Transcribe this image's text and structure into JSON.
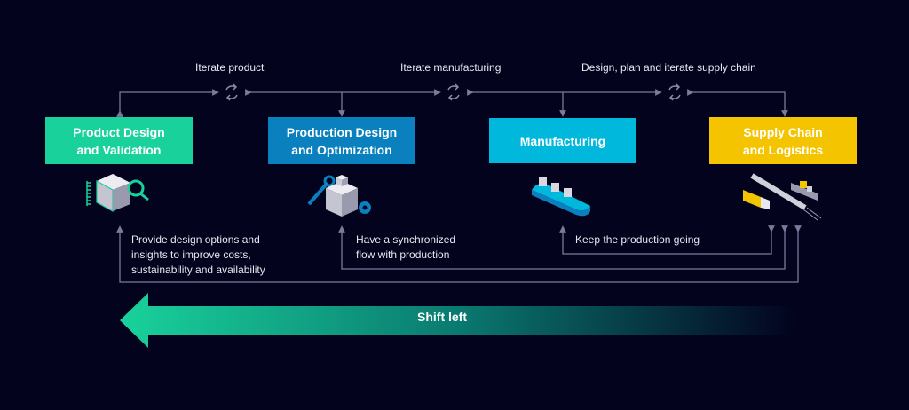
{
  "iterations": [
    {
      "label": "Iterate product"
    },
    {
      "label": "Iterate manufacturing"
    },
    {
      "label": "Design, plan and iterate supply chain"
    }
  ],
  "stages": [
    {
      "title_line1": "Product Design",
      "title_line2": "and Validation",
      "color": "#19d29b",
      "icon": "cube-magnifier-icon"
    },
    {
      "title_line1": "Production Design",
      "title_line2": "and Optimization",
      "color": "#0a80bf",
      "icon": "wrench-cube-gear-icon"
    },
    {
      "title_line1": "Manufacturing",
      "title_line2": "",
      "color": "#00b8dc",
      "icon": "conveyor-belt-icon"
    },
    {
      "title_line1": "Supply Chain",
      "title_line2": "and Logistics",
      "color": "#f5c400",
      "icon": "truck-train-ship-icon"
    }
  ],
  "feedback": [
    {
      "line1": "Provide design options and",
      "line2": "insights to improve costs,",
      "line3": "sustainability and availability"
    },
    {
      "line1": "Have a synchronized",
      "line2": "flow with production"
    },
    {
      "line1": "Keep the production going"
    }
  ],
  "shift": {
    "label": "Shift left"
  },
  "colors": {
    "background": "#03031e",
    "line": "#7a7a9a",
    "shift_start": "#19d29b",
    "shift_end": "#03031e"
  }
}
